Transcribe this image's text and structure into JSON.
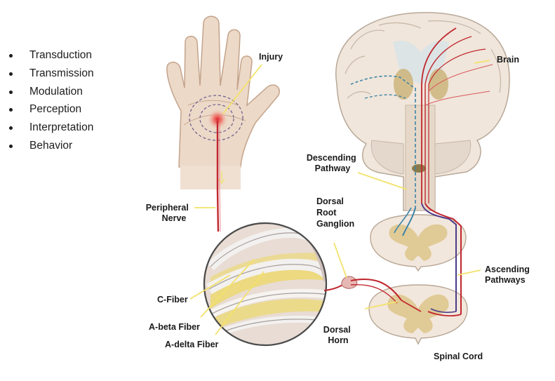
{
  "steps": [
    "Transduction",
    "Transmission",
    "Modulation",
    "Perception",
    "Interpretation",
    "Behavior"
  ],
  "labels": {
    "injury": "Injury",
    "brain": "Brain",
    "descending_pathway": [
      "Descending",
      "Pathway"
    ],
    "peripheral_nerve": [
      "Peripheral",
      "Nerve"
    ],
    "dorsal_root_ganglion": [
      "Dorsal",
      "Root",
      "Ganglion"
    ],
    "ascending_pathways": [
      "Ascending",
      "Pathways"
    ],
    "c_fiber": "C-Fiber",
    "a_beta_fiber": "A-beta Fiber",
    "a_delta_fiber": "A-delta Fiber",
    "dorsal_horn": [
      "Dorsal",
      "Horn"
    ],
    "spinal_cord": "Spinal Cord"
  },
  "colors": {
    "skin": "#ecd9c8",
    "nerve_red": "#c0262e",
    "descending_blue": "#3d84a8",
    "ascending_purple": "#4b3b8a",
    "leader_yellow": "#f3e26a",
    "grey_matter": "#ddc48a",
    "white_matter": "#f2e7dc"
  }
}
